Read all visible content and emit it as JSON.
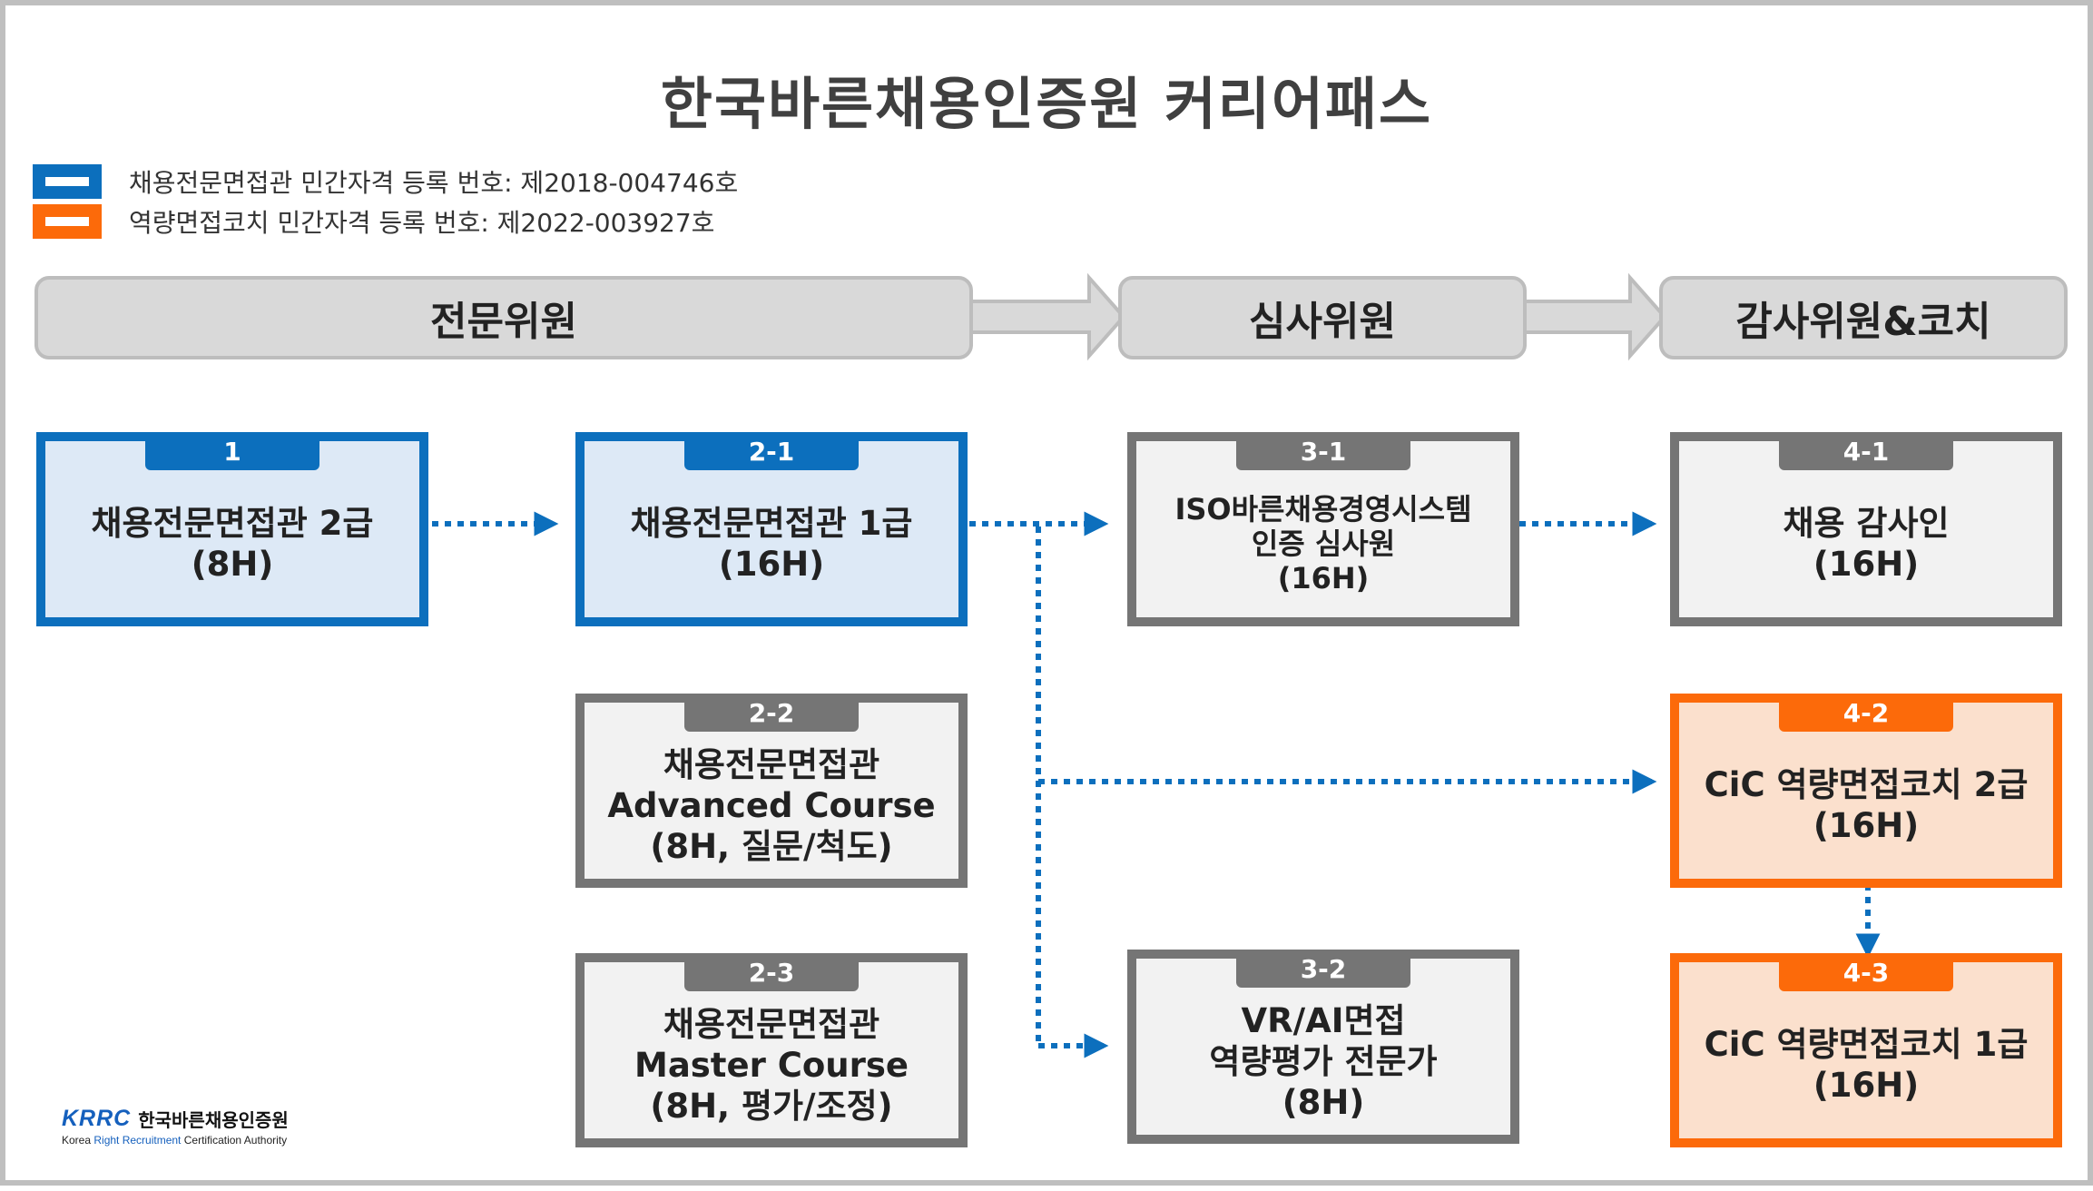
{
  "title": "한국바른채용인증원 커리어패스",
  "colors": {
    "blue": "#0c6fbd",
    "orange": "#fc6a0a",
    "gray": "#757575"
  },
  "legend": [
    {
      "color": "#0c6fbd",
      "text": "채용전문면접관 민간자격 등록 번호: 제2018-004746호"
    },
    {
      "color": "#fc6a0a",
      "text": "역량면접코치 민간자격 등록 번호: 제2022-003927호"
    }
  ],
  "stages": [
    "전문위원",
    "심사위원",
    "감사위원&코치"
  ],
  "cards": {
    "c1": {
      "num": "1",
      "lines": [
        "채용전문면접관 2급",
        "(8H)"
      ]
    },
    "c21": {
      "num": "2-1",
      "lines": [
        "채용전문면접관 1급",
        "(16H)"
      ]
    },
    "c22": {
      "num": "2-2",
      "lines": [
        "채용전문면접관",
        "Advanced Course",
        "(8H, 질문/척도)"
      ]
    },
    "c23": {
      "num": "2-3",
      "lines": [
        "채용전문면접관",
        "Master Course",
        "(8H, 평가/조정)"
      ]
    },
    "c31": {
      "num": "3-1",
      "lines": [
        "ISO바른채용경영시스템",
        "인증 심사원",
        "(16H)"
      ]
    },
    "c32": {
      "num": "3-2",
      "lines": [
        "VR/AI면접",
        "역량평가 전문가",
        "(8H)"
      ]
    },
    "c41": {
      "num": "4-1",
      "lines": [
        "채용 감사인",
        "(16H)"
      ]
    },
    "c42": {
      "num": "4-2",
      "lines": [
        "CiC 역량면접코치 2급",
        "(16H)"
      ]
    },
    "c43": {
      "num": "4-3",
      "lines": [
        "CiC 역량면접코치 1급",
        "(16H)"
      ]
    }
  },
  "logo": {
    "mark": "KRRC",
    "name": "한국바른채용인증원",
    "sub_pre": "Korea ",
    "sub_hl": "Right Recruitment",
    "sub_post": " Certification Authority"
  }
}
